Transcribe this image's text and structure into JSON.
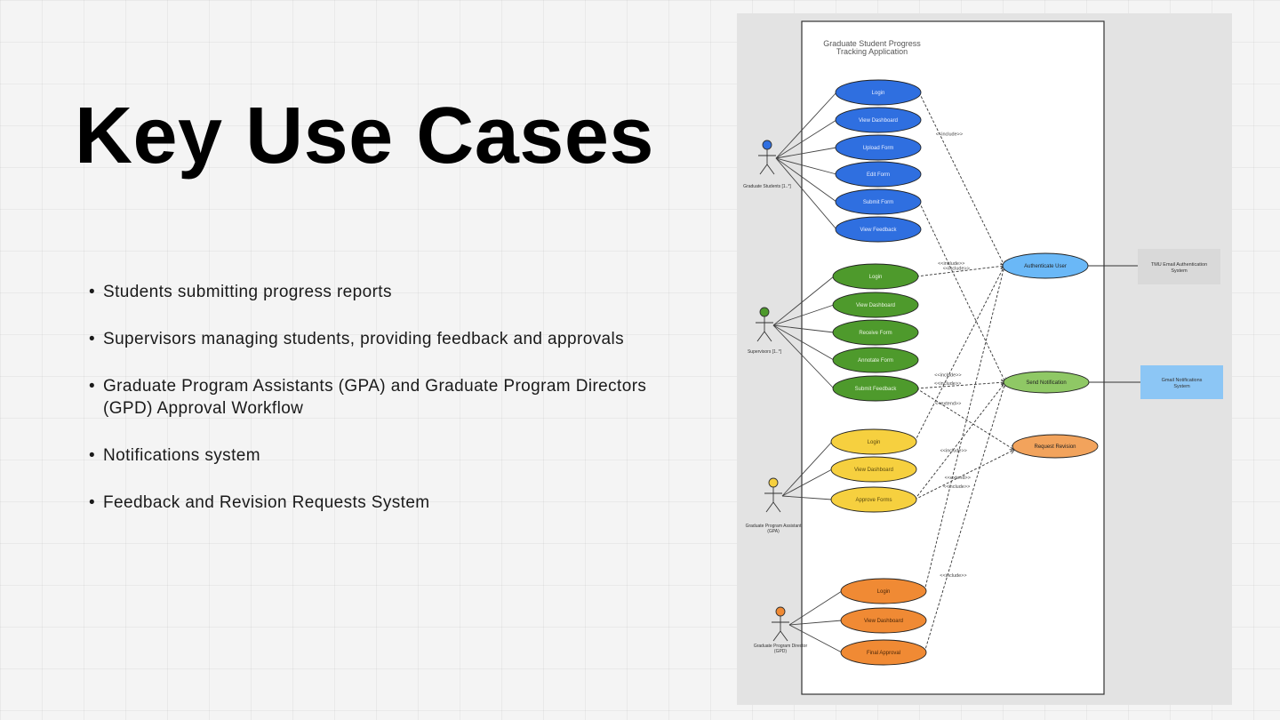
{
  "slide": {
    "title": "Key Use Cases",
    "bullets": [
      "Students submitting progress reports",
      "Supervisors managing students, providing feedback and approvals",
      "Graduate Program Assistants (GPA) and Graduate Program Directors (GPD) Approval Workflow",
      "Notifications system",
      "Feedback and Revision Requests System"
    ]
  },
  "diagram": {
    "system_title": [
      "Graduate Student Progress",
      "Tracking Application"
    ],
    "actors": [
      {
        "id": "student",
        "label": [
          "Graduate Students [1..*]"
        ],
        "color": "#2f6fe0"
      },
      {
        "id": "supervisor",
        "label": [
          "Supervisors [1..*]"
        ],
        "color": "#4e9a2c"
      },
      {
        "id": "gpa",
        "label": [
          "Graduate Program Assistant",
          "(GPA)"
        ],
        "color": "#f6d03f"
      },
      {
        "id": "gpd",
        "label": [
          "Graduate Program Director",
          "(GPD)"
        ],
        "color": "#f08a34"
      }
    ],
    "groups": [
      {
        "actor": "student",
        "fill": "#2f6fe0",
        "text_color": "#e8eeff",
        "use_cases": [
          "Login",
          "View Dashboard",
          "Upload Form",
          "Edit Form",
          "Submit Form",
          "View Feedback"
        ]
      },
      {
        "actor": "supervisor",
        "fill": "#4e9a2c",
        "text_color": "#eaf5e2",
        "use_cases": [
          "Login",
          "View Dashboard",
          "Receive Form",
          "Annotate Form",
          "Submit Feedback"
        ]
      },
      {
        "actor": "gpa",
        "fill": "#f6d03f",
        "text_color": "#5b4a10",
        "use_cases": [
          "Login",
          "View Dashboard",
          "Approve Forms"
        ]
      },
      {
        "actor": "gpd",
        "fill": "#f08a34",
        "text_color": "#4a2608",
        "use_cases": [
          "Login",
          "View Dashboard",
          "Final Approval"
        ]
      }
    ],
    "shared_use_cases": [
      {
        "id": "auth",
        "label": "Authenticate User",
        "fill": "#6ab8f7"
      },
      {
        "id": "notify",
        "label": "Send Notification",
        "fill": "#8fc865"
      },
      {
        "id": "revision",
        "label": "Request Revision",
        "fill": "#f2a35c"
      }
    ],
    "external_systems": [
      {
        "id": "tmu",
        "label": [
          "TMU Email Authentication",
          "System"
        ],
        "fill": "#d9d9d9"
      },
      {
        "id": "gmail",
        "label": [
          "Gmail Notifications",
          "System"
        ],
        "fill": "#8cc6f5"
      }
    ],
    "include_label": "<<include>>",
    "extend_label": "<<extend>>",
    "relationships": [
      {
        "from": "student.Login",
        "to": "auth",
        "kind": "include",
        "label": true
      },
      {
        "from": "student.Submit Form",
        "to": "notify",
        "kind": "include",
        "label": true
      },
      {
        "from": "supervisor.Login",
        "to": "auth",
        "kind": "include",
        "label": true
      },
      {
        "from": "supervisor.Submit Feedback",
        "to": "notify",
        "kind": "include",
        "label": true
      },
      {
        "from": "supervisor.Submit Feedback",
        "to": "revision",
        "kind": "extend",
        "label": true
      },
      {
        "from": "gpa.Login",
        "to": "auth",
        "kind": "include",
        "label": true
      },
      {
        "from": "gpa.Approve Forms",
        "to": "notify",
        "kind": "include",
        "label": true
      },
      {
        "from": "gpa.Approve Forms",
        "to": "revision",
        "kind": "extend",
        "label": true
      },
      {
        "from": "gpd.Login",
        "to": "auth",
        "kind": "include",
        "label": true
      },
      {
        "from": "gpd.Final Approval",
        "to": "notify",
        "kind": "include",
        "label": true
      }
    ]
  }
}
